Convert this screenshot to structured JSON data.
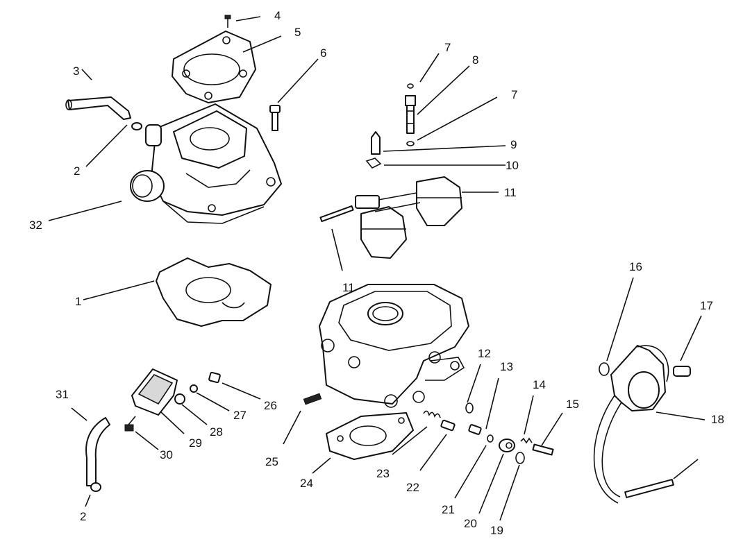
{
  "diagram": {
    "labels": {
      "p1": "1",
      "p2a": "2",
      "p2b": "2",
      "p3": "3",
      "p4": "4",
      "p5": "5",
      "p6": "6",
      "p7a": "7",
      "p7b": "7",
      "p8": "8",
      "p9": "9",
      "p10": "10",
      "p11a": "11",
      "p11b": "11",
      "p12": "12",
      "p13": "13",
      "p14": "14",
      "p15": "15",
      "p16": "16",
      "p17": "17",
      "p18": "18",
      "p19": "19",
      "p20": "20",
      "p21": "21",
      "p22": "22",
      "p23": "23",
      "p24": "24",
      "p25": "25",
      "p26": "26",
      "p27": "27",
      "p28": "28",
      "p29": "29",
      "p30": "30",
      "p31": "31",
      "p32": "32"
    }
  }
}
